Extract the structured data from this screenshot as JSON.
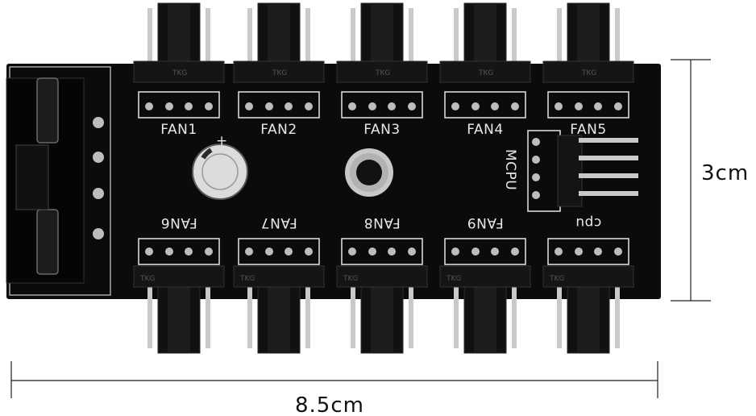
{
  "photo": {
    "subject": "fan hub splitter board",
    "colors": {
      "pcb": "#0b0b0b",
      "silkscreen": "#e8e8e8",
      "pin_metal": "#c9c9c9",
      "background": "#ffffff",
      "dimension_line": "#222222"
    }
  },
  "top_connectors": [
    {
      "label": "FAN1"
    },
    {
      "label": "FAN2"
    },
    {
      "label": "FAN3"
    },
    {
      "label": "FAN4"
    },
    {
      "label": "FAN5"
    }
  ],
  "bottom_connectors": [
    {
      "label": "FAN6"
    },
    {
      "label": "FAN7"
    },
    {
      "label": "FAN8"
    },
    {
      "label": "FAN9"
    },
    {
      "label": "cpu"
    }
  ],
  "side_connector": {
    "label": "MCPU"
  },
  "capacitor": {
    "polarity_mark": "+"
  },
  "housing_marks": {
    "top": "TKG",
    "bottom": "TKG"
  },
  "dimensions": {
    "height": "3cm",
    "width": "8.5cm"
  }
}
